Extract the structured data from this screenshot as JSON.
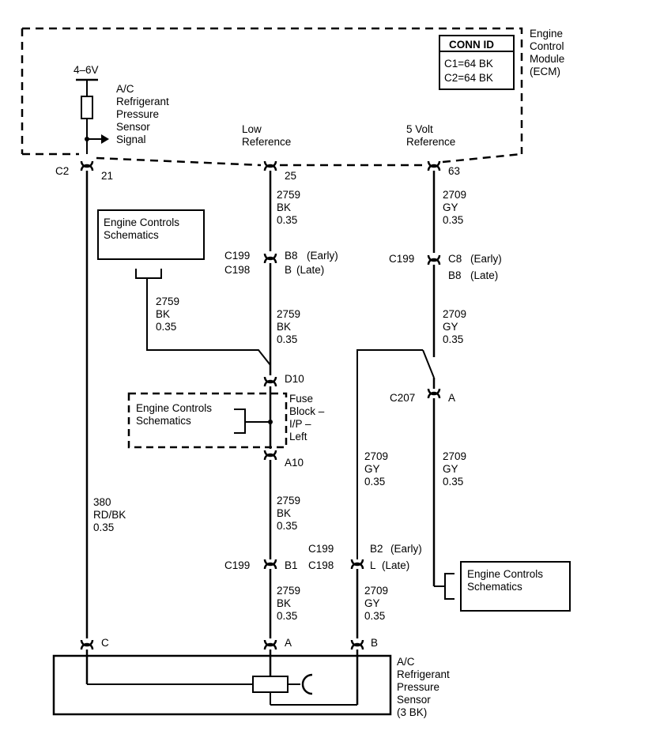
{
  "ecm": {
    "title_lines": [
      "Engine",
      "Control",
      "Module",
      "(ECM)"
    ],
    "conn_id": {
      "header": "CONN ID",
      "lines": [
        "C1=64 BK",
        "C2=64 BK"
      ]
    },
    "supply_voltage": "4–6V",
    "sensor_signal_lines": [
      "A/C",
      "Refrigerant",
      "Pressure",
      "Sensor",
      "Signal"
    ],
    "low_ref_lines": [
      "Low",
      "Reference"
    ],
    "five_volt_lines": [
      "5 Volt",
      "Reference"
    ],
    "connector": "C2",
    "pins": {
      "signal": "21",
      "low_ref": "25",
      "five_volt": "63"
    }
  },
  "wires": {
    "w2759_top": [
      "2759",
      "BK",
      "0.35"
    ],
    "w2709_top": [
      "2709",
      "GY",
      "0.35"
    ],
    "w2759_branch": [
      "2759",
      "BK",
      "0.35"
    ],
    "w2759_mid": [
      "2759",
      "BK",
      "0.35"
    ],
    "w2709_mid": [
      "2709",
      "GY",
      "0.35"
    ],
    "w2759_lower": [
      "2759",
      "BK",
      "0.35"
    ],
    "w2709_left_mid": [
      "2709",
      "GY",
      "0.35"
    ],
    "w2709_right_lower": [
      "2709",
      "GY",
      "0.35"
    ],
    "w380": [
      "380",
      "RD/BK",
      "0.35"
    ],
    "w2759_bottom": [
      "2759",
      "BK",
      "0.35"
    ],
    "w2709_bottom": [
      "2709",
      "GY",
      "0.35"
    ]
  },
  "connectors": {
    "c199_b8": {
      "c1": "C199",
      "c2": "C198",
      "p1": "B8",
      "p2": "B",
      "n1": "(Early)",
      "n2": "(Late)"
    },
    "c199_c8": {
      "c1": "C199",
      "p1": "C8",
      "p2": "B8",
      "n1": "(Early)",
      "n2": "(Late)"
    },
    "d10": "D10",
    "a10": "A10",
    "c207": {
      "name": "C207",
      "pin": "A"
    },
    "c199_b1": {
      "name": "C199",
      "pin": "B1"
    },
    "c199_b2": {
      "c1": "C199",
      "c2": "C198",
      "p1": "B2",
      "p2": "L",
      "n1": "(Early)",
      "n2": "(Late)"
    }
  },
  "fuse_block_lines": [
    "Fuse",
    "Block –",
    "I/P –",
    "Left"
  ],
  "schematic_refs": {
    "top_left": [
      "Engine Controls",
      "Schematics"
    ],
    "mid_left": [
      "Engine Controls",
      "Schematics"
    ],
    "bottom_right": [
      "Engine Controls",
      "Schematics"
    ]
  },
  "sensor": {
    "pins": {
      "c": "C",
      "a": "A",
      "b": "B"
    },
    "label_lines": [
      "A/C",
      "Refrigerant",
      "Pressure",
      "Sensor",
      "(3 BK)"
    ]
  }
}
